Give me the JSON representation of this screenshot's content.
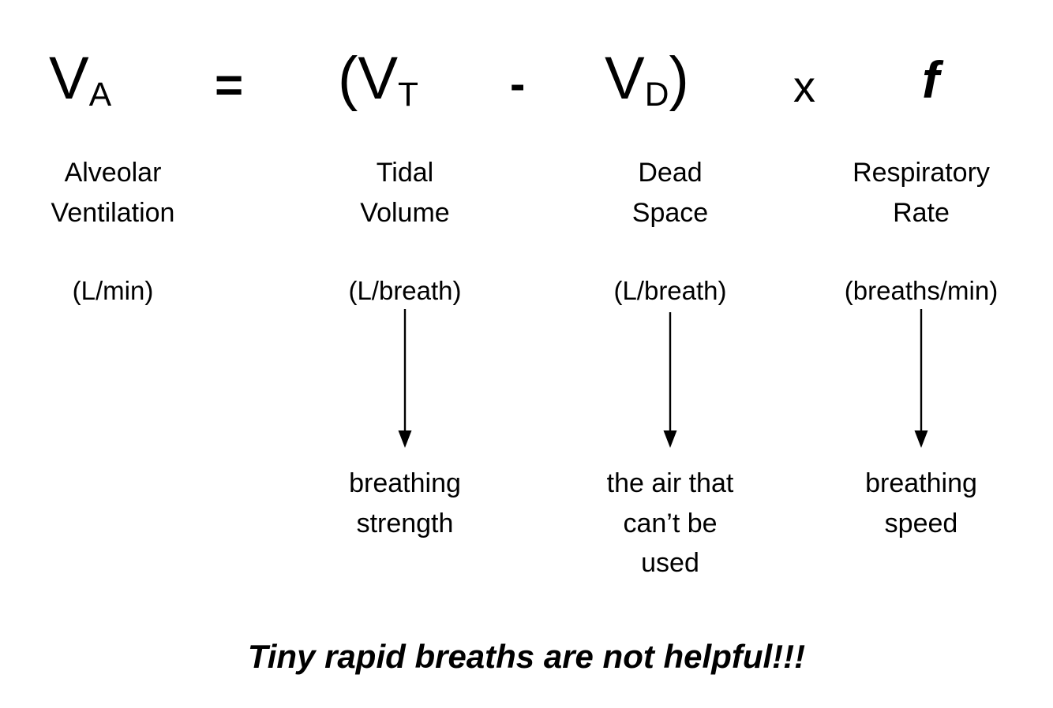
{
  "background_color": "#ffffff",
  "text_color": "#000000",
  "equation": {
    "left": {
      "symbol": "V",
      "subscript": "A"
    },
    "equals": "=",
    "open_paren_tidal": {
      "prefix": "(",
      "symbol": "V",
      "subscript": "T"
    },
    "minus": "-",
    "dead_space_close": {
      "symbol": "V",
      "subscript": "D",
      "suffix": ")"
    },
    "times": "x",
    "frequency": "f",
    "plain_text": "VA = (VT - VD) x f"
  },
  "columns": [
    {
      "term": "V_A",
      "name": "Alveolar\nVentilation",
      "units": "(L/min)",
      "note": null,
      "has_arrow": false
    },
    {
      "term": "V_T",
      "name": "Tidal\nVolume",
      "units": "(L/breath)",
      "note": "breathing\nstrength",
      "has_arrow": true
    },
    {
      "term": "V_D",
      "name": "Dead\nSpace",
      "units": "(L/breath)",
      "note": "the air that\ncan’t be\nused",
      "has_arrow": true
    },
    {
      "term": "f",
      "name": "Respiratory\nRate",
      "units": "(breaths/min)",
      "note": "breathing\nspeed",
      "has_arrow": true
    }
  ],
  "caption": "Tiny rapid breaths are not helpful!!!"
}
